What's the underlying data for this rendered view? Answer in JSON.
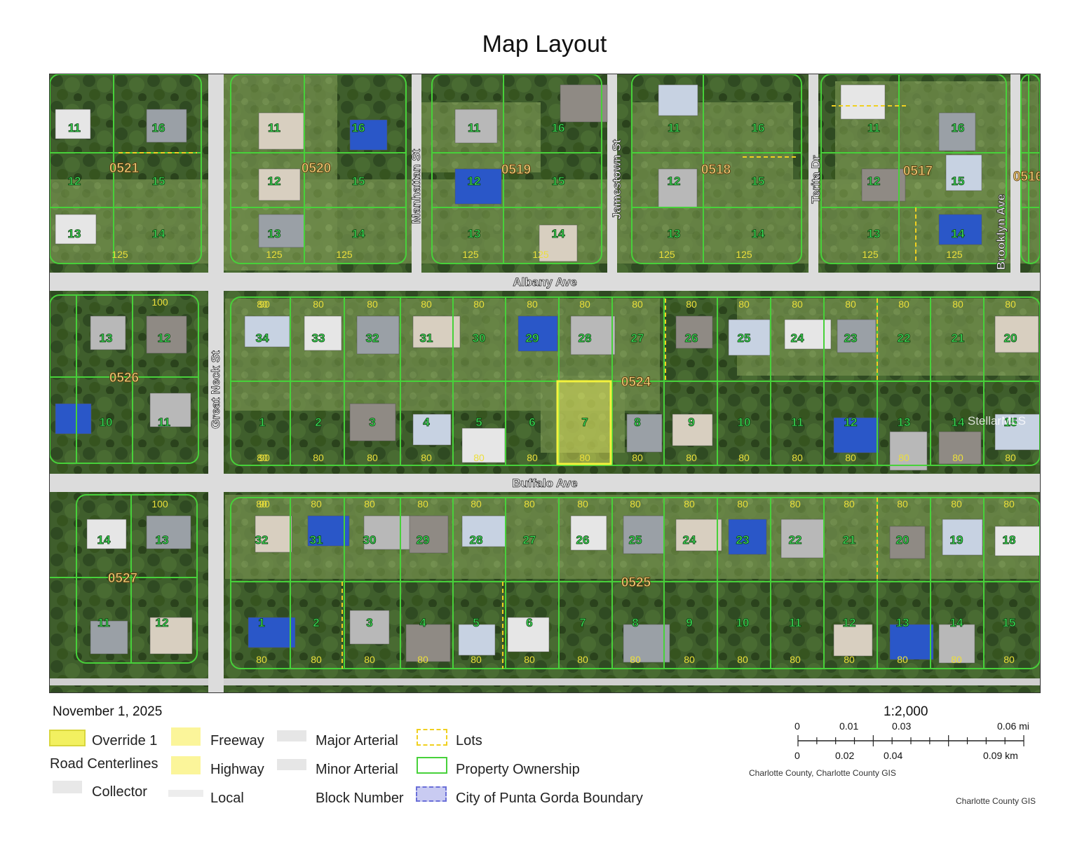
{
  "title": "Map Layout",
  "date": "November 1, 2025",
  "streets": {
    "horizontal": [
      "Albany Ave",
      "Buffalo Ave"
    ],
    "vertical": [
      "Great Neck St",
      "Manhattan St",
      "Jamestown St",
      "Terita Dr",
      "Brooklyn Ave"
    ]
  },
  "blocks": [
    "0521",
    "0520",
    "0519",
    "0518",
    "0517",
    "0516",
    "0526",
    "0524",
    "0527",
    "0525"
  ],
  "lot_numbers": {
    "row1": [
      "11",
      "16",
      "11",
      "16",
      "11",
      "16",
      "11",
      "16",
      "11",
      "16"
    ],
    "row2": [
      "12",
      "15",
      "12",
      "15",
      "12",
      "15",
      "12",
      "15",
      "12",
      "15"
    ],
    "row3": [
      "13",
      "14",
      "13",
      "14",
      "13",
      "14",
      "13",
      "14",
      "13",
      "14"
    ],
    "row4": [
      "13",
      "12",
      "34",
      "33",
      "32",
      "31",
      "30",
      "29",
      "28",
      "27",
      "26",
      "25",
      "24",
      "23",
      "22",
      "21",
      "20"
    ],
    "row5": [
      "10",
      "11",
      "1",
      "2",
      "3",
      "4",
      "5",
      "6",
      "7",
      "8",
      "9",
      "10",
      "11",
      "12",
      "13",
      "14",
      "15"
    ],
    "row6": [
      "14",
      "13",
      "32",
      "31",
      "30",
      "29",
      "28",
      "27",
      "26",
      "25",
      "24",
      "23",
      "22",
      "21",
      "20",
      "19",
      "18"
    ],
    "row7": [
      "11",
      "12",
      "1",
      "2",
      "3",
      "4",
      "5",
      "6",
      "7",
      "8",
      "9",
      "10",
      "11",
      "12",
      "13",
      "14",
      "15"
    ]
  },
  "dimension_labels": [
    "80",
    "125",
    "90",
    "100"
  ],
  "watermark": "StellarMLS",
  "legend": {
    "override": "Override 1",
    "road_centerlines": "Road Centerlines",
    "collector": "Collector",
    "freeway": "Freeway",
    "highway": "Highway",
    "local": "Local",
    "major_arterial": "Major Arterial",
    "minor_arterial": "Minor Arterial",
    "block_number": "Block Number",
    "lots": "Lots",
    "property_ownership": "Property Ownership",
    "city_boundary": "City of Punta Gorda Boundary"
  },
  "scale": {
    "ratio": "1:2,000",
    "mi_ticks": [
      "0",
      "0.01",
      "0.03",
      "0.06 mi"
    ],
    "km_ticks": [
      "0",
      "0.02",
      "0.04",
      "0.09 km"
    ]
  },
  "credits": {
    "line1": "Charlotte County, Charlotte County GIS",
    "line2": "Charlotte County GIS"
  },
  "colors": {
    "parcel_line": "#47d13a",
    "override": "#f2f060",
    "lot_dash": "#f0d020",
    "block_label": "#f4d27a",
    "lot_label": "#3ee05a",
    "road": "#dcdcdc",
    "boundary": "#8b8fe0"
  }
}
